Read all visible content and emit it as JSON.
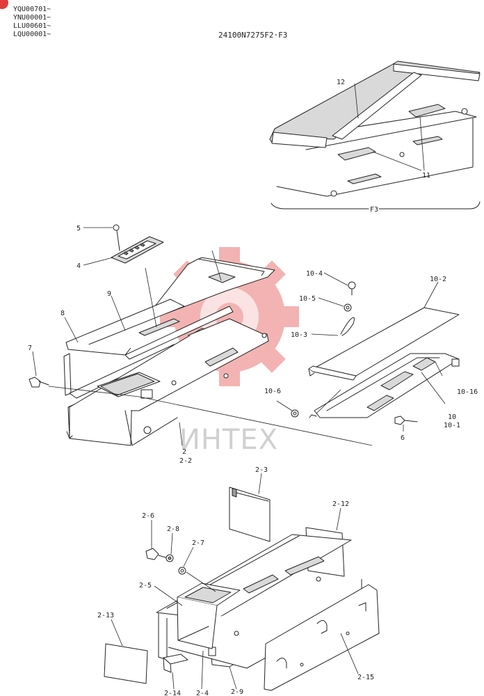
{
  "header": {
    "serials": [
      "YQU00701~",
      "YNU00001~",
      "LLU00601~",
      "LQU00001~"
    ],
    "diagram_code": "24100N7275F2·F3"
  },
  "watermark": {
    "text": "ИНТЕХ"
  },
  "parts": {
    "p12": "12",
    "p11": "11",
    "f3": "F3",
    "p5": "5",
    "p4": "4",
    "p9": "9",
    "p8": "8",
    "p7": "7",
    "p2": "2",
    "p2_2": "2-2",
    "p10_4": "10-4",
    "p10_5": "10-5",
    "p10_3": "10-3",
    "p10_2": "10-2",
    "p10_6": "10-6",
    "p10_16": "10-16",
    "p10": "10",
    "p10_1": "10-1",
    "p6": "6",
    "p2_3": "2-3",
    "p2_12": "2-12",
    "p2_6": "2-6",
    "p2_8": "2-8",
    "p2_7": "2-7",
    "p2_5": "2-5",
    "p2_13": "2-13",
    "p2_14": "2-14",
    "p2_4": "2-4",
    "p2_9": "2-9",
    "p2_15": "2-15"
  }
}
